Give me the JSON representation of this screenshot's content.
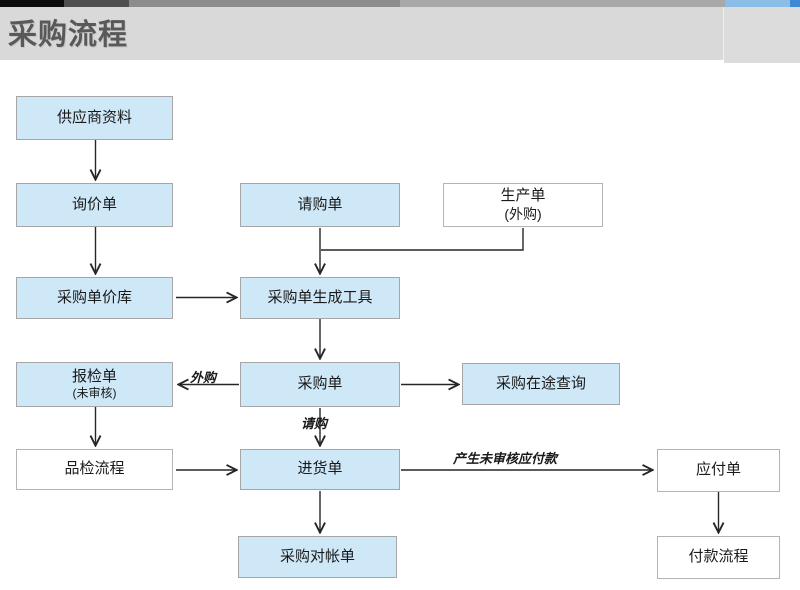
{
  "header": {
    "title": "采购流程"
  },
  "nodes": {
    "supplier": {
      "label": "供应商资料"
    },
    "inquiry": {
      "label": "询价单"
    },
    "requisition": {
      "label": "请购单"
    },
    "production": {
      "label": "生产单",
      "sublabel": "(外购)"
    },
    "price_library": {
      "label": "采购单价库"
    },
    "po_generator": {
      "label": "采购单生成工具"
    },
    "inspection": {
      "label": "报检单",
      "sublabel": "(未审核)"
    },
    "purchase_order": {
      "label": "采购单"
    },
    "in_transit": {
      "label": "采购在途查询"
    },
    "qc_process": {
      "label": "品检流程"
    },
    "goods_receipt": {
      "label": "进货单"
    },
    "payable": {
      "label": "应付单"
    },
    "reconciliation": {
      "label": "采购对帐单"
    },
    "payment_process": {
      "label": "付款流程"
    }
  },
  "edge_labels": {
    "outsourced": "外购",
    "requisition": "请购",
    "generate_payable": "产生未审核应付款"
  },
  "colors": {
    "header_background": "#d9d9d9",
    "title_text": "#595959",
    "node_fill_blue": "#cfe8f8",
    "node_border_blue": "#a6a6a6",
    "node_fill_white": "#ffffff",
    "node_border_white": "#b3b3b3",
    "arrow": "#262626",
    "accent_blue_light": "#8bbde9",
    "accent_blue_dark": "#3f88d4"
  }
}
